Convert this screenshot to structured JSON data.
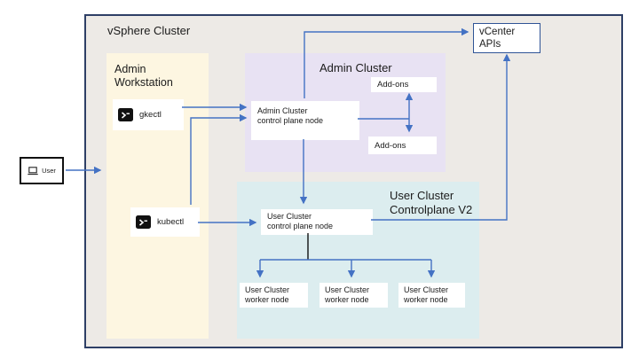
{
  "colors": {
    "outer-fill": "#EDEAE6",
    "outer-border": "#2E3F66",
    "workstation-fill": "#FDF6E1",
    "admin-cluster-fill": "#E8E2F3",
    "user-cluster-fill": "#DCEDEF",
    "arrow-blue": "#4472C4",
    "vcenter-border": "#2F5496",
    "user-border": "#111111",
    "node-fill": "#FFFFFF",
    "stem-black": "#000000",
    "text": "#1B1B1B"
  },
  "vsphere": {
    "title": "vSphere Cluster"
  },
  "user": {
    "label": "User",
    "icon": "laptop-icon"
  },
  "workstation": {
    "title": "Admin Workstation",
    "tools": [
      {
        "label": "gkectl",
        "icon": "terminal-icon"
      },
      {
        "label": "kubectl",
        "icon": "terminal-icon"
      }
    ]
  },
  "admin_cluster": {
    "title": "Admin Cluster",
    "control_plane": {
      "line1": "Admin Cluster",
      "line2": "control plane node"
    },
    "addons_top": {
      "label": "Add-ons"
    },
    "addons_bottom": {
      "label": "Add-ons"
    }
  },
  "user_cluster": {
    "title": {
      "line1": "User Cluster",
      "line2": "Controlplane V2"
    },
    "control_plane": {
      "line1": "User Cluster",
      "line2": "control plane node"
    },
    "workers": [
      {
        "line1": "User Cluster",
        "line2": "worker node"
      },
      {
        "line1": "User Cluster",
        "line2": "worker node"
      },
      {
        "line1": "User Cluster",
        "line2": "worker node"
      }
    ]
  },
  "vcenter": {
    "line1": "vCenter",
    "line2": "APIs"
  }
}
